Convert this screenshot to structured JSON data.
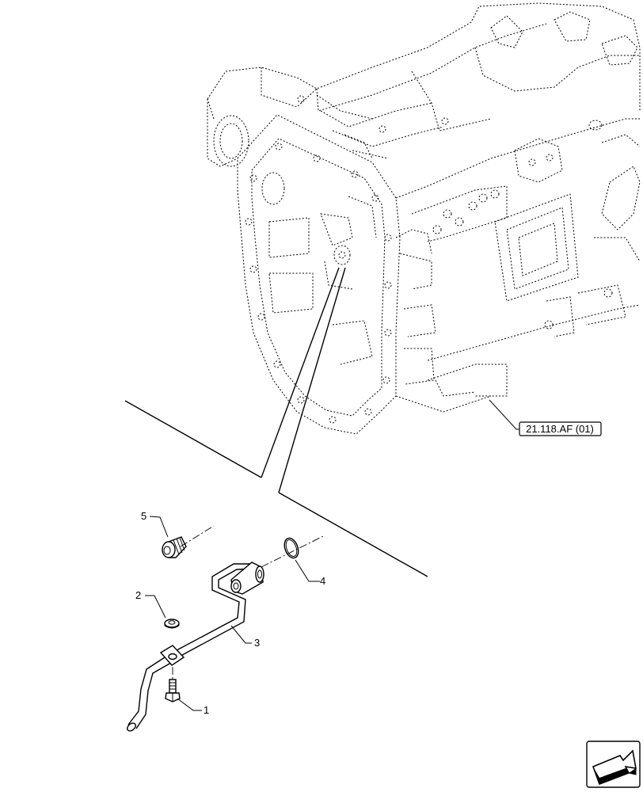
{
  "diagram": {
    "reference_label": "21.118.AF (01)",
    "callouts": [
      {
        "number": "1",
        "part": "bolt"
      },
      {
        "number": "2",
        "part": "washer"
      },
      {
        "number": "3",
        "part": "pipe"
      },
      {
        "number": "4",
        "part": "o-ring"
      },
      {
        "number": "5",
        "part": "plug"
      }
    ],
    "nav_icon": "next-page-arrow-icon"
  }
}
